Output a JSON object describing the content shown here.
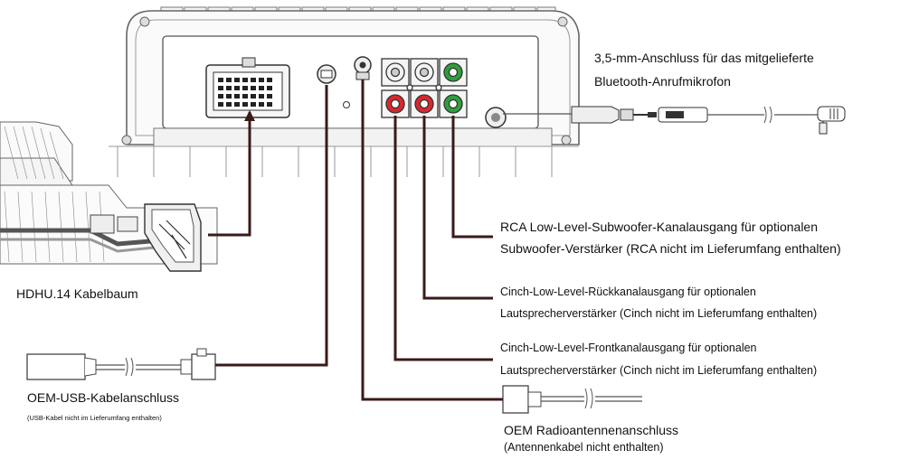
{
  "labels": {
    "mic_line1": "3,5-mm-Anschluss für das mitgelieferte",
    "mic_line2": "Bluetooth-Anrufmikrofon",
    "subwoofer_line1": "RCA Low-Level-Subwoofer-Kanalausgang für optionalen",
    "subwoofer_line2": "Subwoofer-Verstärker (RCA nicht im Lieferumfang enthalten)",
    "rear_line1": "Cinch-Low-Level-Rückkanalausgang für optionalen",
    "rear_line2": "Lautsprecherverstärker (Cinch nicht im Lieferumfang enthalten)",
    "front_line1": "Cinch-Low-Level-Frontkanalausgang für optionalen",
    "front_line2": "Lautsprecherverstärker (Cinch nicht im Lieferumfang enthalten)",
    "harness": "HDHU.14 Kabelbaum",
    "usb_line1": "OEM-USB-Kabelanschluss",
    "usb_line2": "(USB-Kabel nicht im Lieferumfang enthalten)",
    "antenna_line1": "OEM Radioantennenanschluss",
    "antenna_line2": "(Antennenkabel nicht enthalten)"
  },
  "colors": {
    "wire": "#3b1a1a",
    "rca_red": "#d8282e",
    "rca_green": "#2f9e3e",
    "rca_white": "#f2f2f2"
  }
}
